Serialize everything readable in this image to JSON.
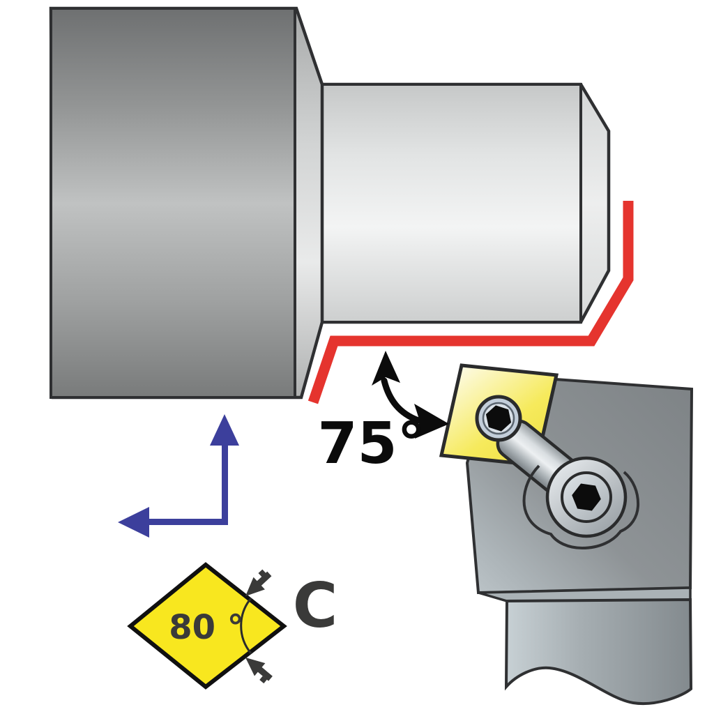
{
  "labels": {
    "approach_angle": "75°",
    "insert_included_angle": "80 °",
    "insert_shape_code": "C"
  },
  "colors": {
    "toolpath_red": "#E5342E",
    "feed_arrow_blue": "#3C3F9C",
    "diamond_yellow": "#F8E71F",
    "annotation_dark_gray": "#3A3A39",
    "label_black": "#0B0B0B",
    "outline_dark": "#2F3032"
  },
  "icons": {
    "feed_direction_arrow": "l-shaped-arrow-up-and-left",
    "approach_angle_arrow": "curved-double-headed-arrow",
    "insert_angle_markers": "two-pointer-arrows-on-vertex",
    "screw_sockets": "hex-socket"
  }
}
